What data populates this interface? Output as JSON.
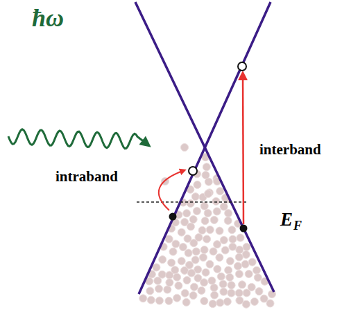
{
  "diagram": {
    "labels": [
      "ħω",
      "intraband",
      "interband",
      "E",
      "F"
    ]
  }
}
